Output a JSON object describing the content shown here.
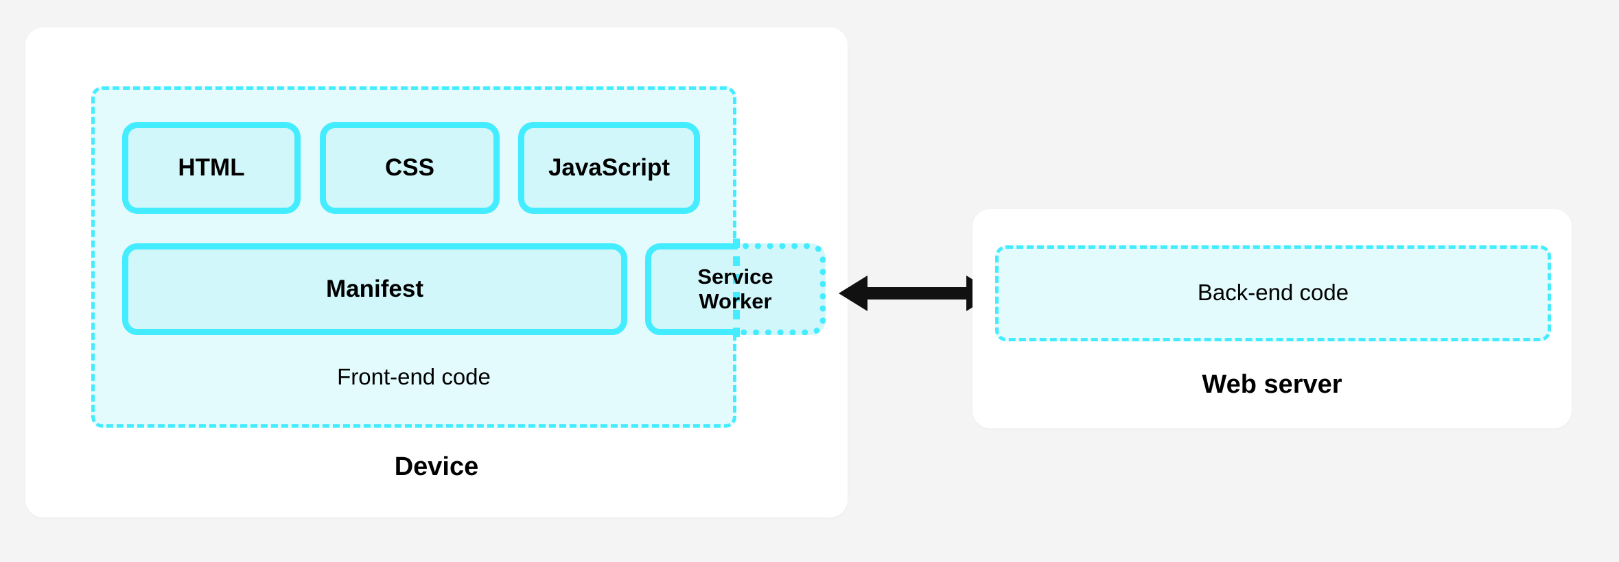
{
  "diagram": {
    "title_absent": true,
    "colors": {
      "background": "#f4f4f5",
      "panel": "#ffffff",
      "accent_cyan": "#44ecff",
      "region_fill": "#e3fbfc",
      "tile_fill": "#d2f7fa",
      "text": "#000000",
      "arrow": "#111111"
    },
    "device": {
      "caption": "Device",
      "frontend": {
        "caption": "Front-end code",
        "tiles_row1": [
          {
            "label": "HTML"
          },
          {
            "label": "CSS"
          },
          {
            "label": "JavaScript"
          }
        ],
        "tiles_row2": [
          {
            "label": "Manifest"
          },
          {
            "label": "Service Worker",
            "line1": "Service",
            "line2": "Worker"
          }
        ]
      }
    },
    "connector": {
      "icon": "double-headed-arrow",
      "direction": "bidirectional"
    },
    "server": {
      "caption": "Web server",
      "backend": {
        "caption": "Back-end code"
      }
    }
  }
}
